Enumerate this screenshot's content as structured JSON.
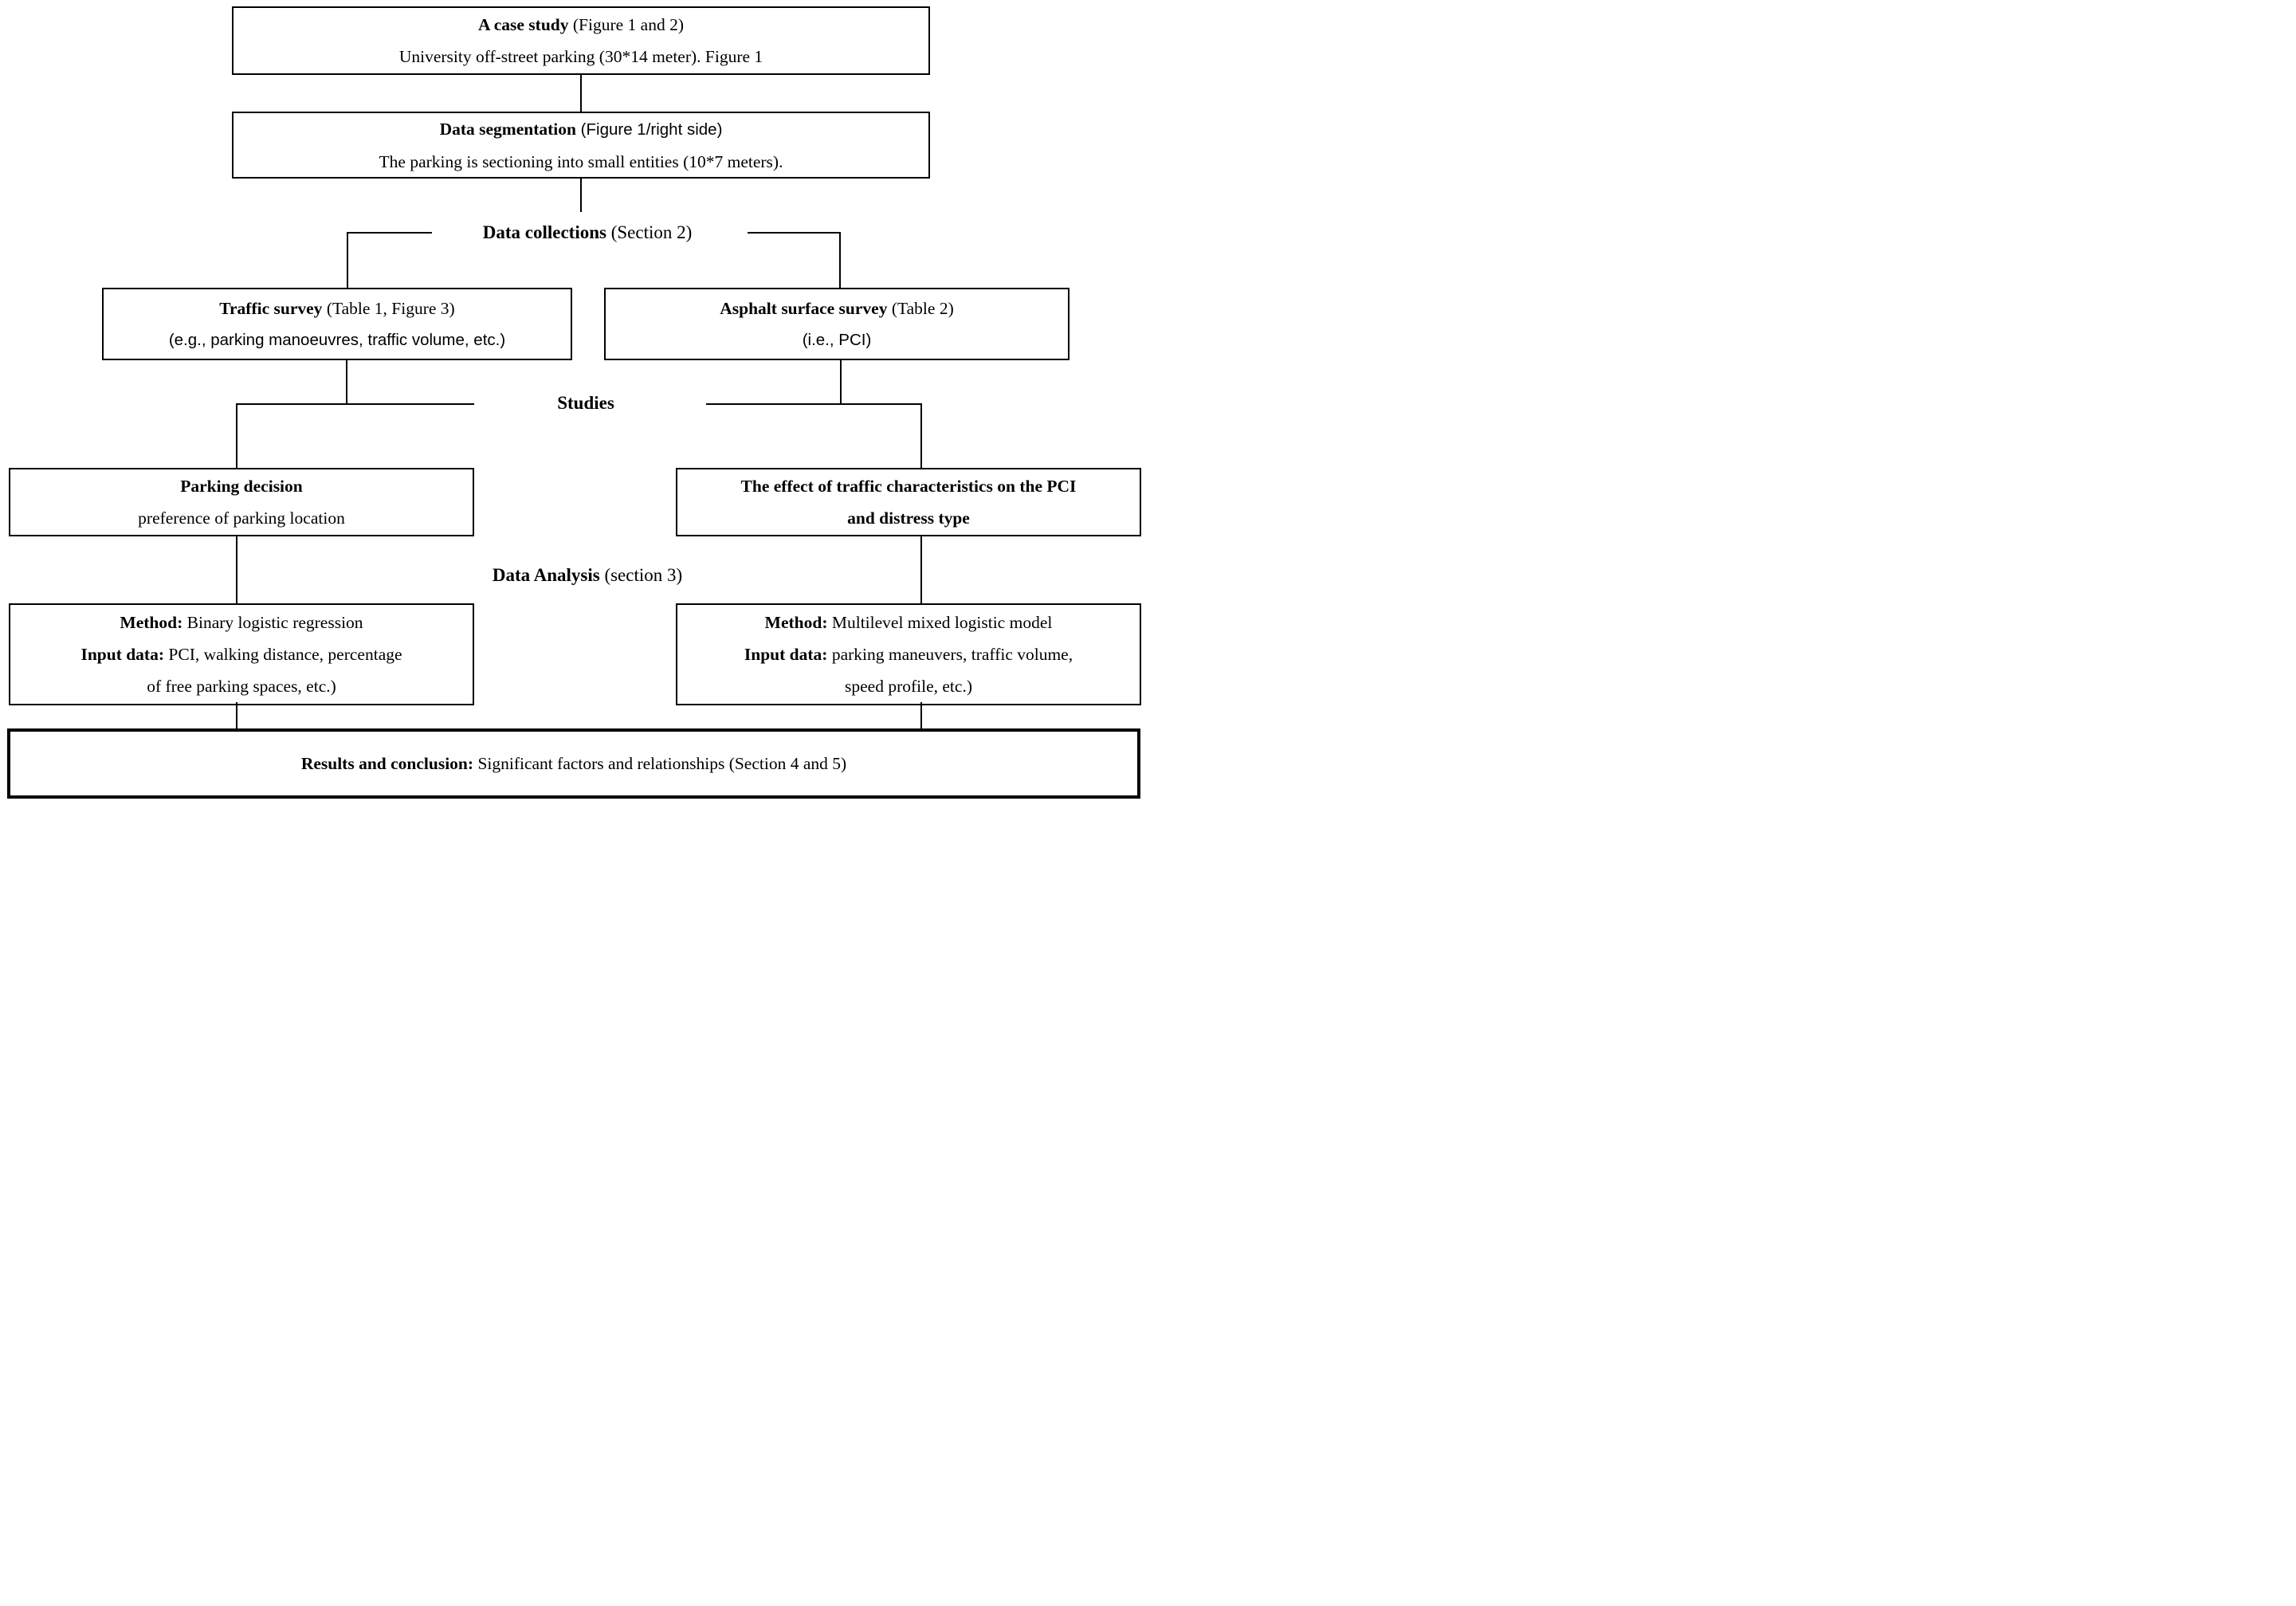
{
  "diagram": {
    "colors": {
      "line": "#000000",
      "background": "#ffffff",
      "text": "#000000"
    },
    "nodes": {
      "case_study": {
        "title": "A case study",
        "title_rest": " (Figure 1 and 2)",
        "line2": "University off-street parking (30*14 meter). Figure 1"
      },
      "data_segmentation": {
        "title": "Data segmentation",
        "title_rest": " (Figure 1/right side)",
        "line2": "The parking is sectioning into small entities (10*7 meters)."
      },
      "traffic_survey": {
        "title": "Traffic survey",
        "title_rest": " (Table 1, Figure 3)",
        "line2": "(e.g., parking manoeuvres, traffic volume, etc.)"
      },
      "asphalt_survey": {
        "title": "Asphalt surface survey",
        "title_rest": " (Table 2)",
        "line2": "(i.e., PCI)"
      },
      "parking_decision": {
        "title": "Parking decision",
        "line2": "preference of parking location"
      },
      "traffic_effect": {
        "line1": "The effect of traffic characteristics on the PCI",
        "line2": "and distress type"
      },
      "method_left": {
        "method_label": "Method:",
        "method_value": " Binary logistic regression",
        "input_label": "Input data:",
        "input_value": " PCI, walking distance, percentage",
        "input_cont": "of free parking spaces, etc.)"
      },
      "method_right": {
        "method_label": "Method:",
        "method_value": " Multilevel mixed logistic model",
        "input_label": "Input data:",
        "input_value": " parking maneuvers, traffic volume,",
        "input_cont": "speed profile, etc.)"
      },
      "results": {
        "title": "Results and conclusion:",
        "rest": " Significant factors and relationships (Section 4 and 5)"
      }
    },
    "labels": {
      "data_collections": {
        "bold": "Data collections",
        "rest": " (Section 2)"
      },
      "studies": {
        "bold": "Studies"
      },
      "data_analysis": {
        "bold": "Data Analysis",
        "rest": " (section 3)"
      }
    }
  }
}
